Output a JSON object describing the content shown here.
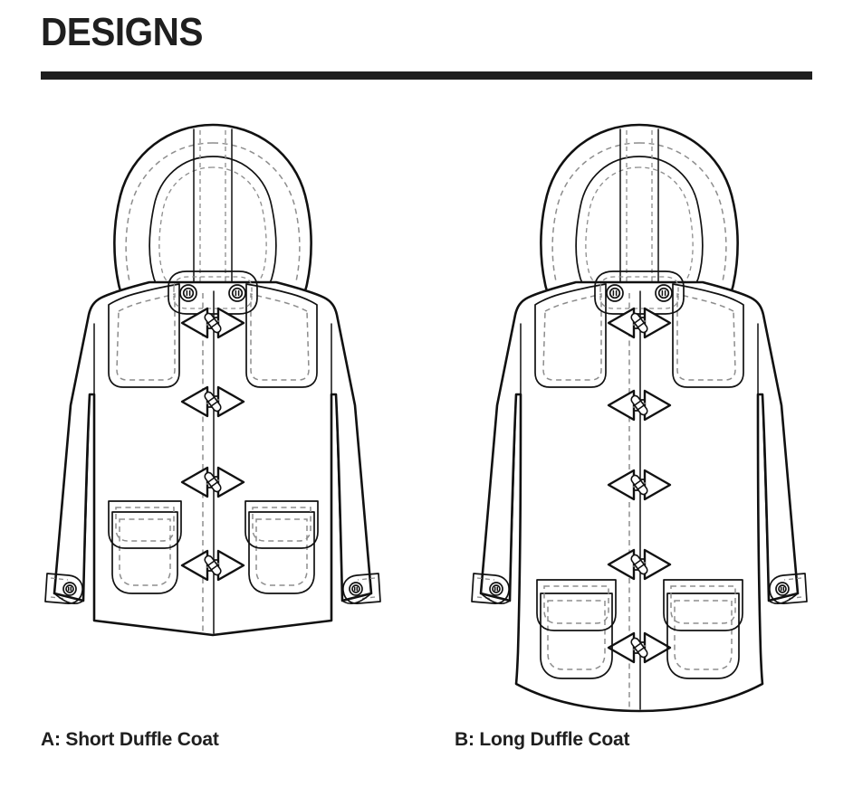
{
  "header": {
    "title": "DESIGNS",
    "rule_color": "#1f1f1f"
  },
  "colors": {
    "background": "#ffffff",
    "ink": "#111111",
    "title_ink": "#1f1f1f",
    "stitch": "#8d8d8d",
    "strap": "#9a9a9a"
  },
  "figures": [
    {
      "id": "A",
      "caption": "A: Short Duffle Coat",
      "garment": "duffle coat",
      "view": "front flat",
      "length": "short",
      "toggle_count": 4,
      "collar_tab_buttons": 2,
      "pocket_count": 2,
      "pocket_style": "patch pocket with flap",
      "cuff_tabs": 2,
      "hood": "detachable lined hood"
    },
    {
      "id": "B",
      "caption": "B: Long Duffle Coat",
      "garment": "duffle coat",
      "view": "front flat",
      "length": "long",
      "toggle_count": 5,
      "collar_tab_buttons": 2,
      "pocket_count": 2,
      "pocket_style": "patch pocket with flap",
      "cuff_tabs": 2,
      "hood": "detachable lined hood"
    }
  ]
}
